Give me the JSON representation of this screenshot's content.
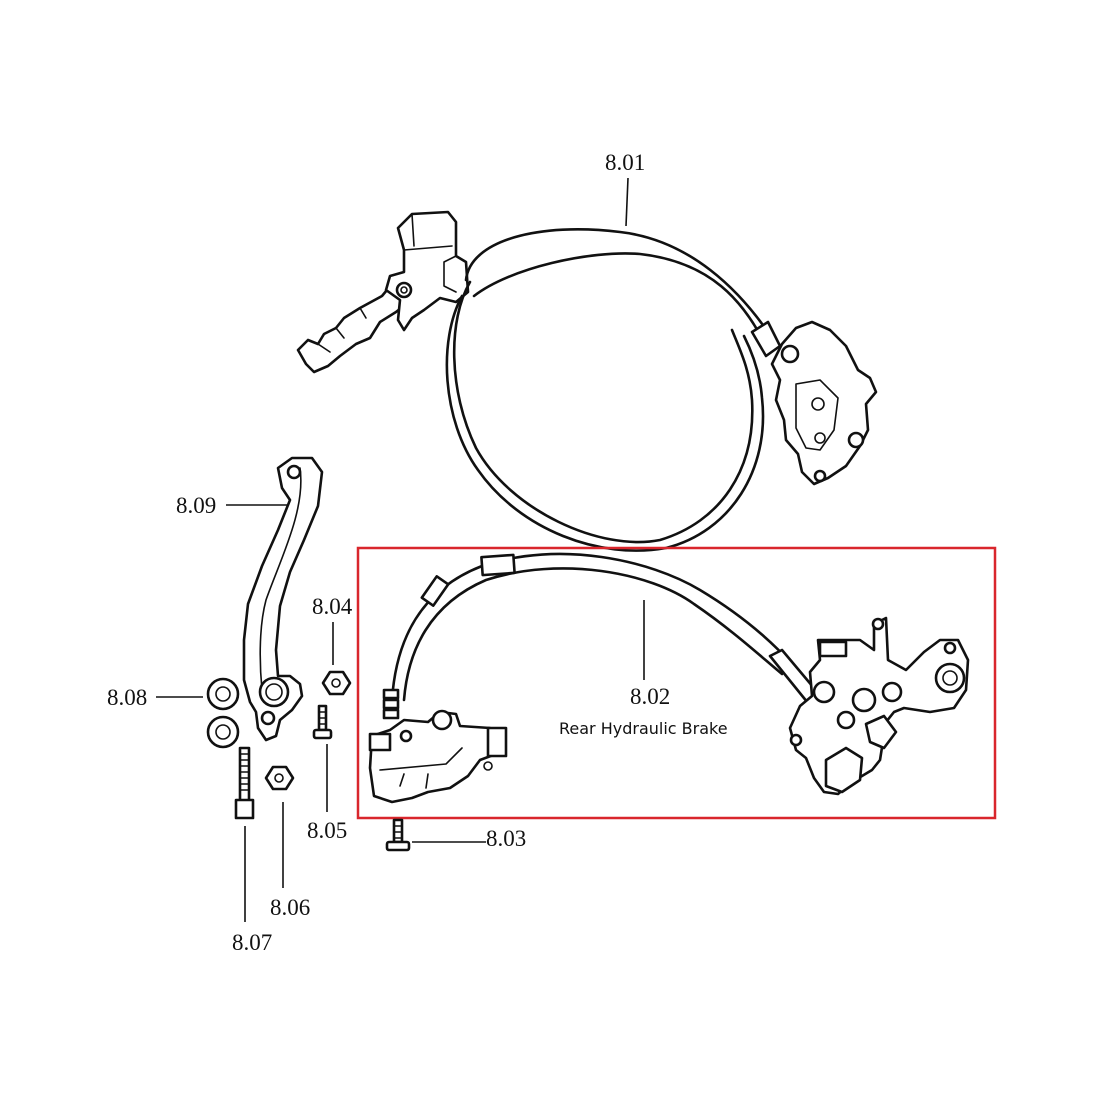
{
  "diagram": {
    "highlight_color": "#d9262c",
    "parts": [
      {
        "id": "8.01",
        "label": "8.01"
      },
      {
        "id": "8.02",
        "label": "8.02",
        "caption": "Rear Hydraulic Brake"
      },
      {
        "id": "8.03",
        "label": "8.03"
      },
      {
        "id": "8.04",
        "label": "8.04"
      },
      {
        "id": "8.05",
        "label": "8.05"
      },
      {
        "id": "8.06",
        "label": "8.06"
      },
      {
        "id": "8.07",
        "label": "8.07"
      },
      {
        "id": "8.08",
        "label": "8.08"
      },
      {
        "id": "8.09",
        "label": "8.09"
      }
    ]
  }
}
